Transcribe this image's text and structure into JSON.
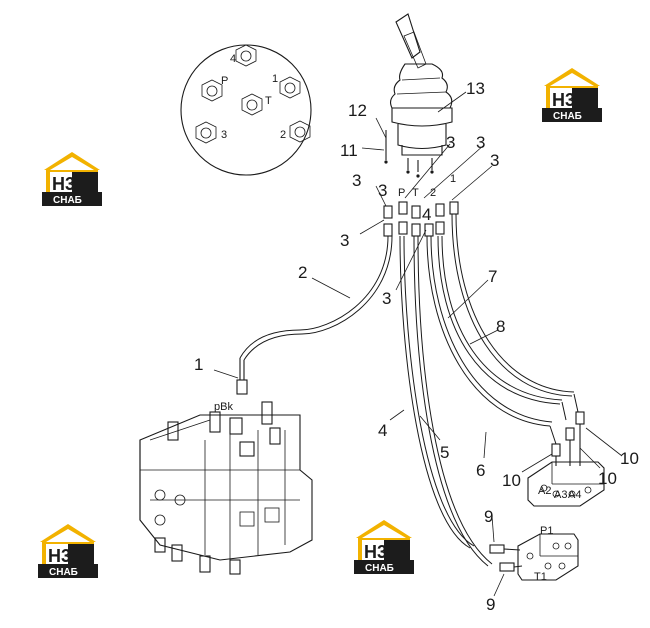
{
  "logo": {
    "brand": "Н3",
    "caption": "СНАБ",
    "colors": {
      "roof": "#f2b200",
      "dark": "#1c1c1c",
      "light": "#ffffff"
    }
  },
  "flange": {
    "ports": [
      "4",
      "P",
      "T",
      "1",
      "3",
      "2"
    ]
  },
  "port_labels": {
    "p": "P",
    "t": "T",
    "two": "2",
    "one": "1",
    "pbk": "pBk"
  },
  "valve_labels": {
    "a2": "A2",
    "a3": "A3",
    "a4": "A4",
    "p1": "P1",
    "t1": "T1"
  },
  "callouts": {
    "c13": "13",
    "c12": "12",
    "c11": "11",
    "c3a": "3",
    "c3b": "3",
    "c3c": "3",
    "c3d": "3",
    "c3e": "3",
    "c3f": "3",
    "c3g": "3",
    "c4top": "4",
    "c2": "2",
    "c1": "1",
    "c7": "7",
    "c8": "8",
    "c4": "4",
    "c5": "5",
    "c6": "6",
    "c10a": "10",
    "c10b": "10",
    "c10c": "10",
    "c9a": "9",
    "c9b": "9"
  }
}
